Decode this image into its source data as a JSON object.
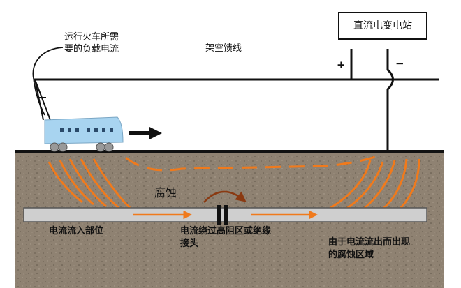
{
  "labels": {
    "substation": "直流电变电站",
    "feeder": "架空馈线",
    "load_current_line1": "运行火车所需",
    "load_current_line2": "要的负载电流",
    "plus": "+",
    "minus": "−",
    "corrosion": "腐蚀",
    "entry": "电流流入部位",
    "bypass_line1": "电流绕过高阻区或绝缘",
    "bypass_line2": "接头",
    "exit_line1": "由于电流流出而出现",
    "exit_line2": "的腐蚀区域"
  },
  "colors": {
    "soil": "#8f8272",
    "current": "#f07a1c",
    "train": "#a8d4f0",
    "pipe": "#cfcfcf",
    "wire": "#111111"
  }
}
